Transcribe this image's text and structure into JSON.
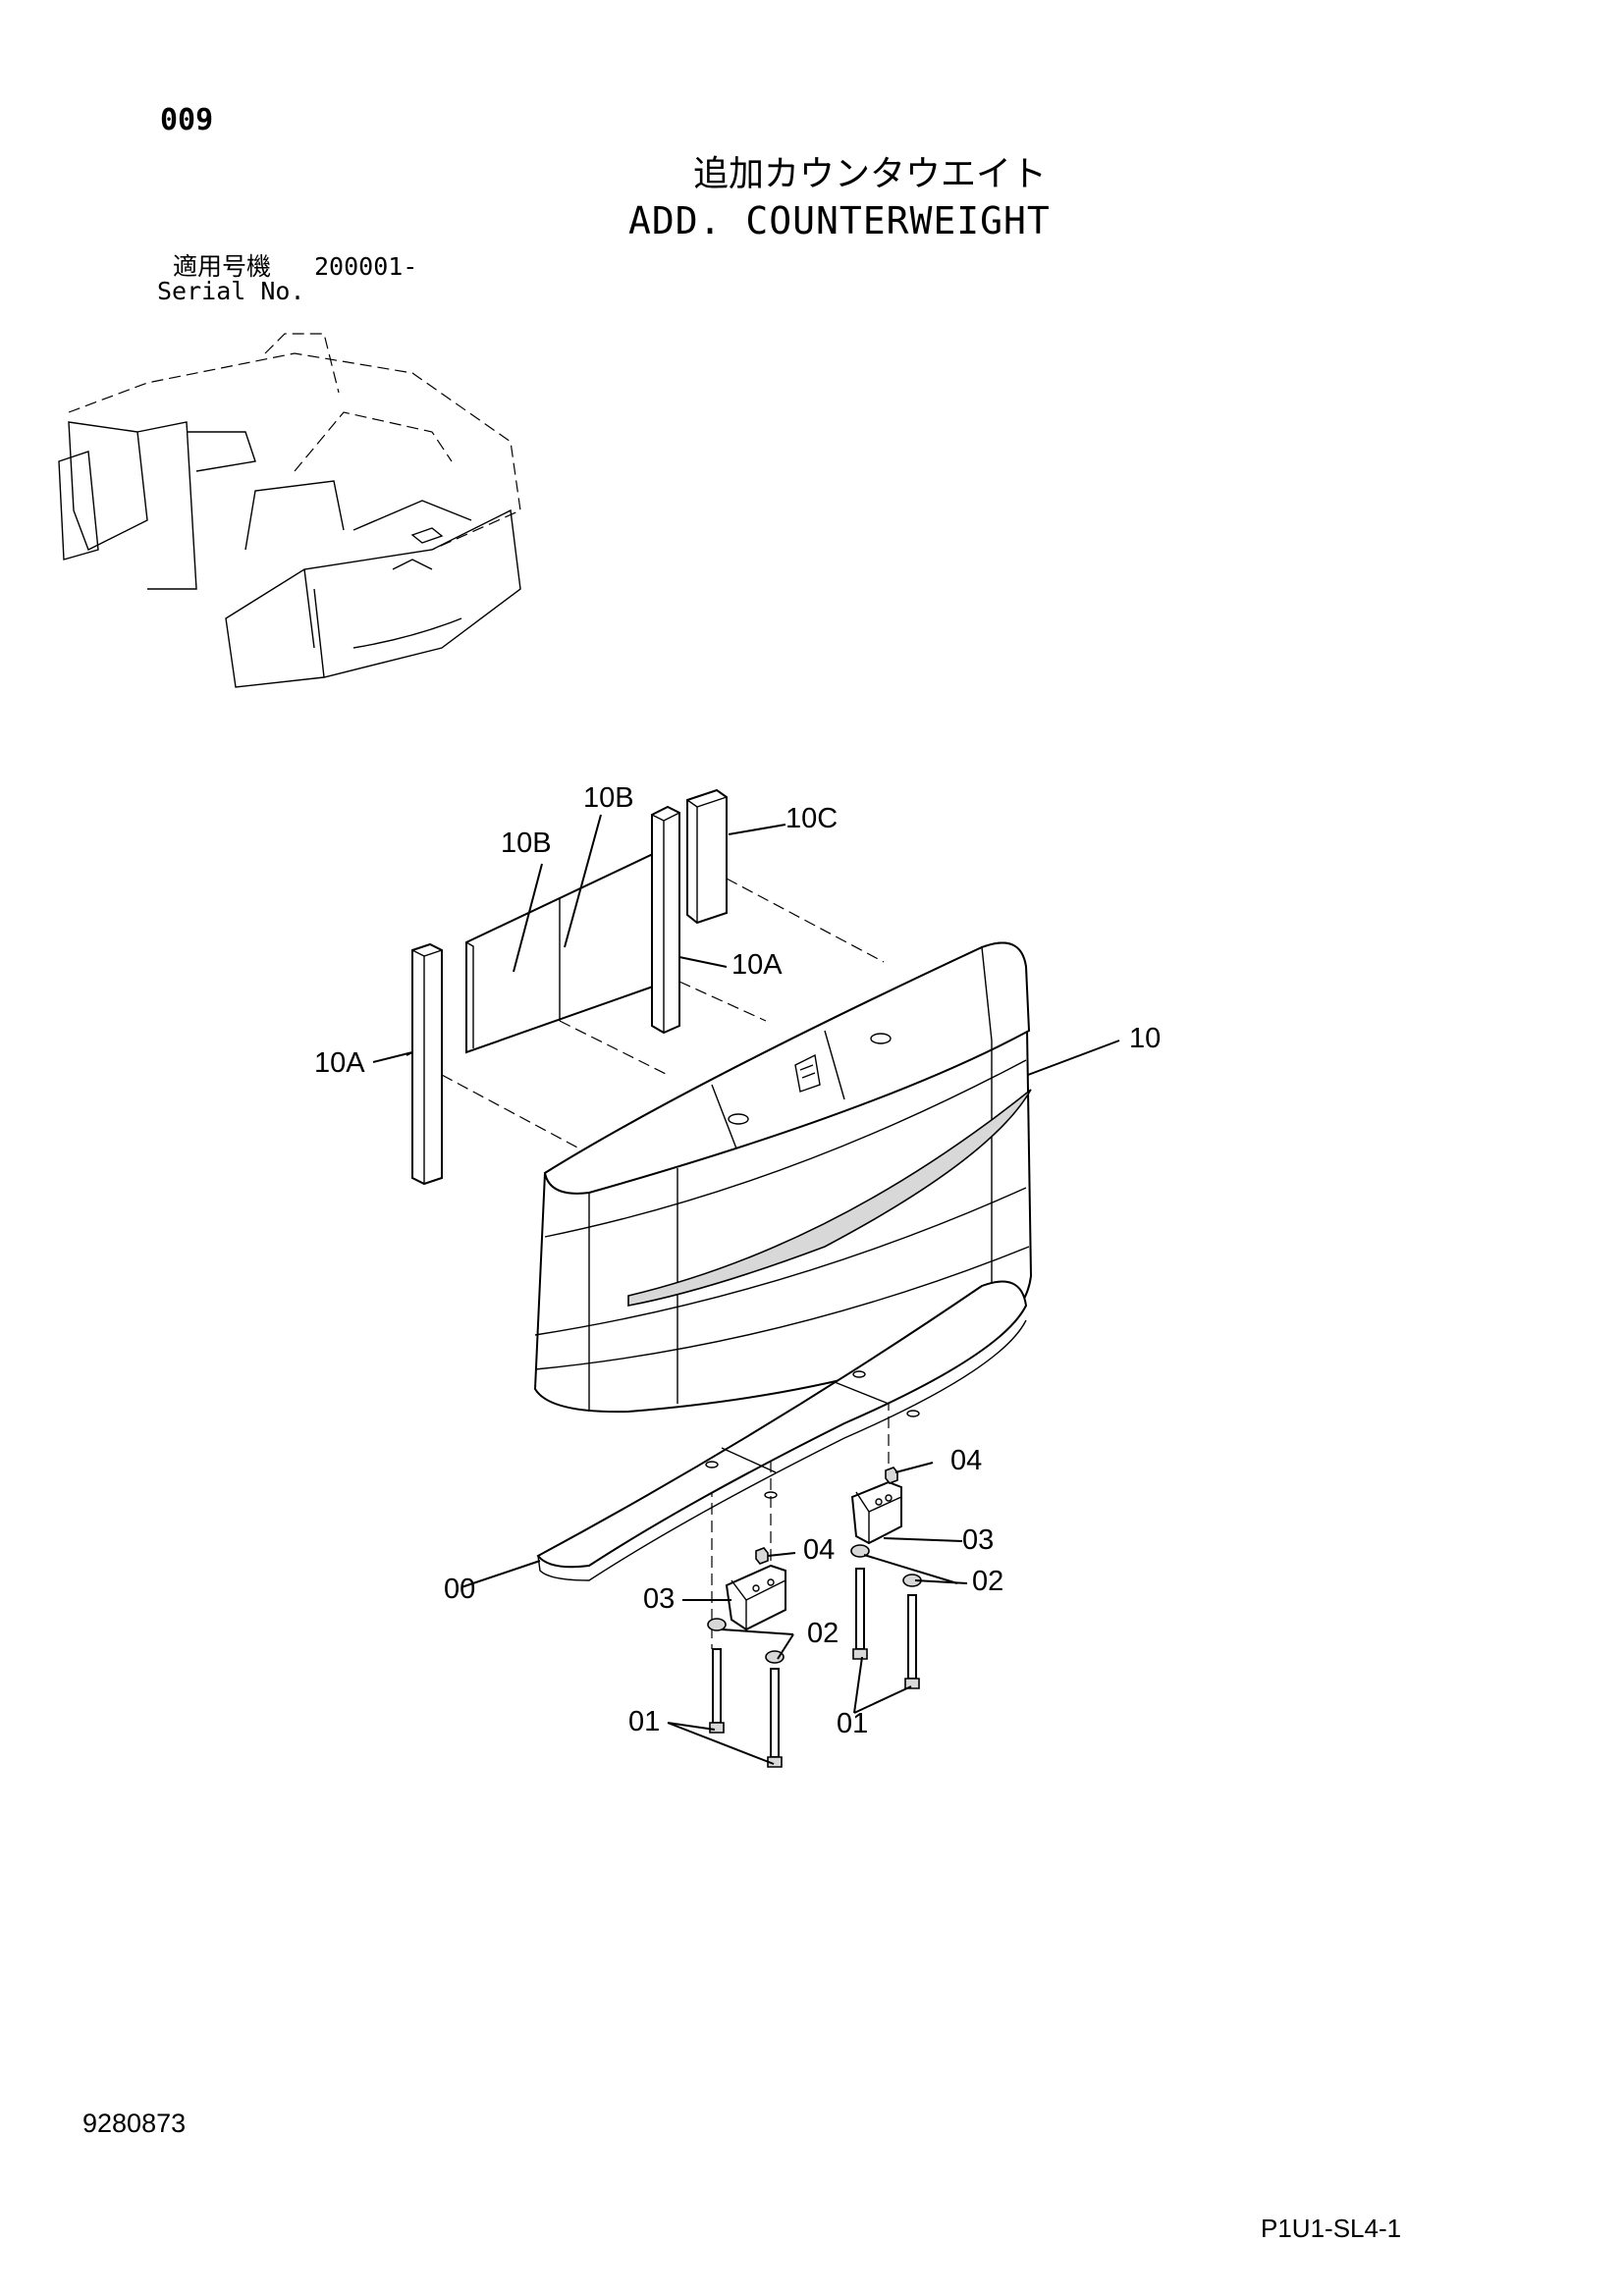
{
  "page": {
    "page_number": "009",
    "title_jp": "追加カウンタウエイト",
    "title_en": "ADD. COUNTERWEIGHT",
    "serial_label_jp": "適用号機",
    "serial_label_en": "Serial No.",
    "serial_range": "200001-",
    "drawing_number": "9280873",
    "sheet_code": "P1U1-SL4-1"
  },
  "callouts": {
    "c10B_top": "10B",
    "c10B_left": "10B",
    "c10C": "10C",
    "c10A_right": "10A",
    "c10A_left": "10A",
    "c10": "10",
    "c04_right": "04",
    "c03_right": "03",
    "c02_right": "02",
    "c04_left": "04",
    "c00": "00",
    "c03_left": "03",
    "c02_left": "02",
    "c01_left": "01",
    "c01_right": "01"
  }
}
